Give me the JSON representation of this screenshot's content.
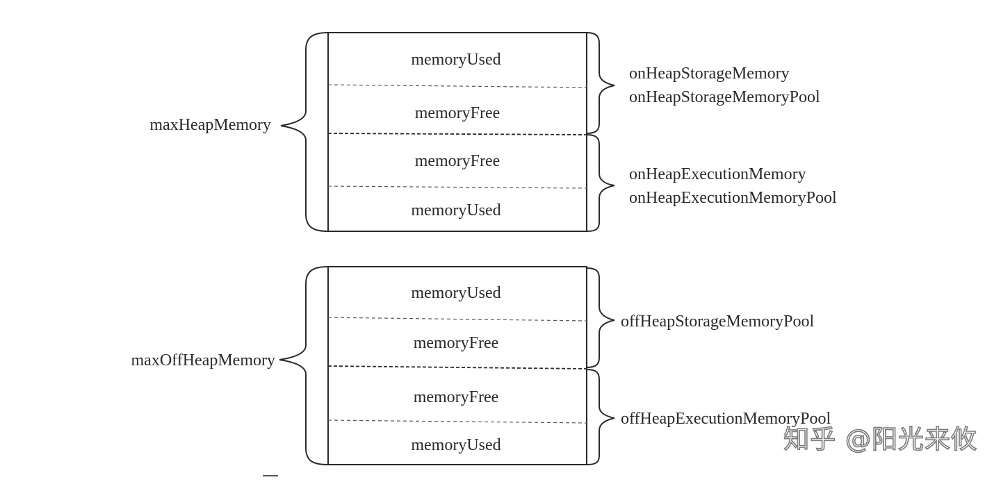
{
  "heap": {
    "total_label": "maxHeapMemory",
    "cells": [
      "memoryUsed",
      "memoryFree",
      "memoryFree",
      "memoryUsed"
    ],
    "storage_labels": [
      "onHeapStorageMemory",
      "onHeapStorageMemoryPool"
    ],
    "execution_labels": [
      "onHeapExecutionMemory",
      "onHeapExecutionMemoryPool"
    ]
  },
  "offheap": {
    "total_label": "maxOffHeapMemory",
    "cells": [
      "memoryUsed",
      "memoryFree",
      "memoryFree",
      "memoryUsed"
    ],
    "storage_labels": [
      "offHeapStorageMemoryPool"
    ],
    "execution_labels": [
      "offHeapExecutionMemoryPool"
    ]
  },
  "watermark": "知乎 @阳光来攸"
}
